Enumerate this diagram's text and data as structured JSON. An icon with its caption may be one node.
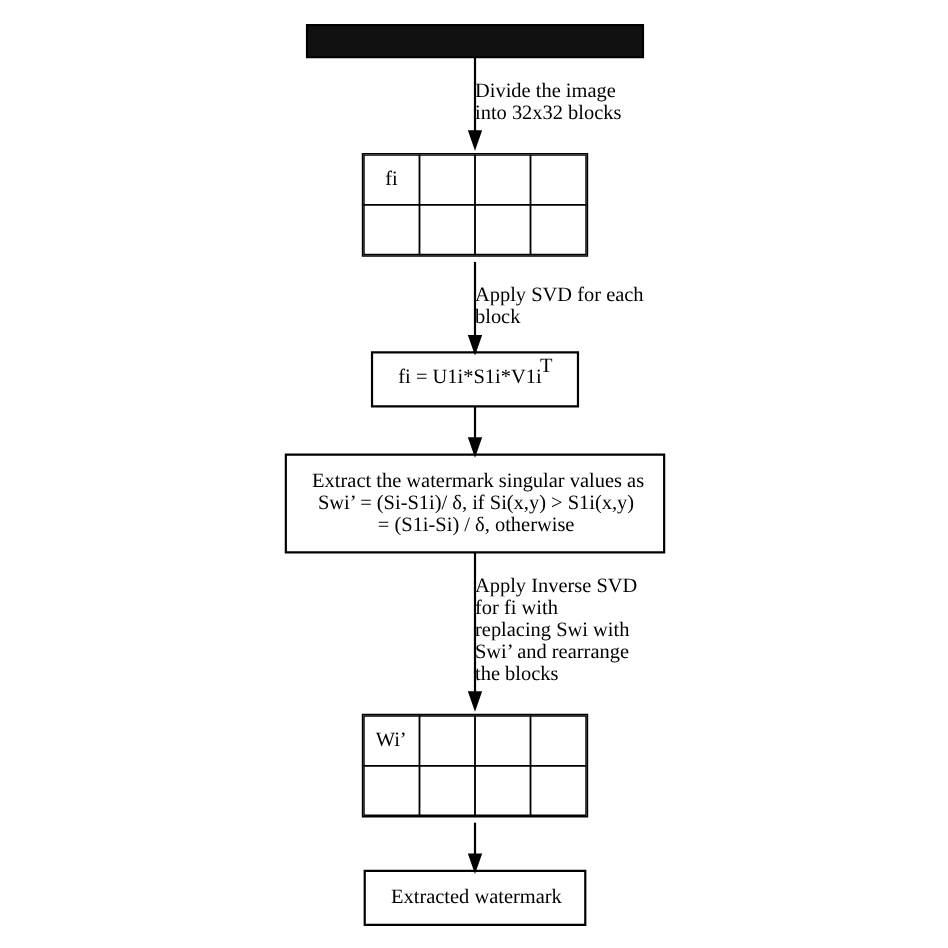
{
  "diagram": {
    "nodes": [
      {
        "text": [],
        "shape": "box"
      },
      {
        "text": [
          "fi"
        ]
      },
      {
        "text": [
          "fi = U1i*S1i*V1i$^{T}$"
        ]
      },
      {
        "text": [
          "Extract the watermark singular values as",
          "Swi’ = (Si-S1i)/ δ, if Si(x,y) > S1i(x,y) = (S1i-Si) / δ, otherwise"
        ]
      },
      {
        "text": [
          "Wi’"
        ]
      },
      {
        "text": [
          "Extracted watermark"
        ]
      }
    ],
    "edges": [
      {
        "from": 0,
        "to": 1,
        "arrow": "to",
        "label": "Divide the image into 32x32 blocks"
      },
      {
        "from": 1,
        "to": 2,
        "arrow": "to",
        "label": "Apply SVD for each block"
      },
      {
        "from": 2,
        "to": 3,
        "arrow": "to"
      },
      {
        "from": 3,
        "to": 4,
        "arrow": "to",
        "label": "Apply Inverse SVD for fi with replacing Swi with Swi’ and rearrange the blocks"
      },
      {
        "from": 4,
        "to": 5,
        "arrow": "to"
      }
    ]
  }
}
